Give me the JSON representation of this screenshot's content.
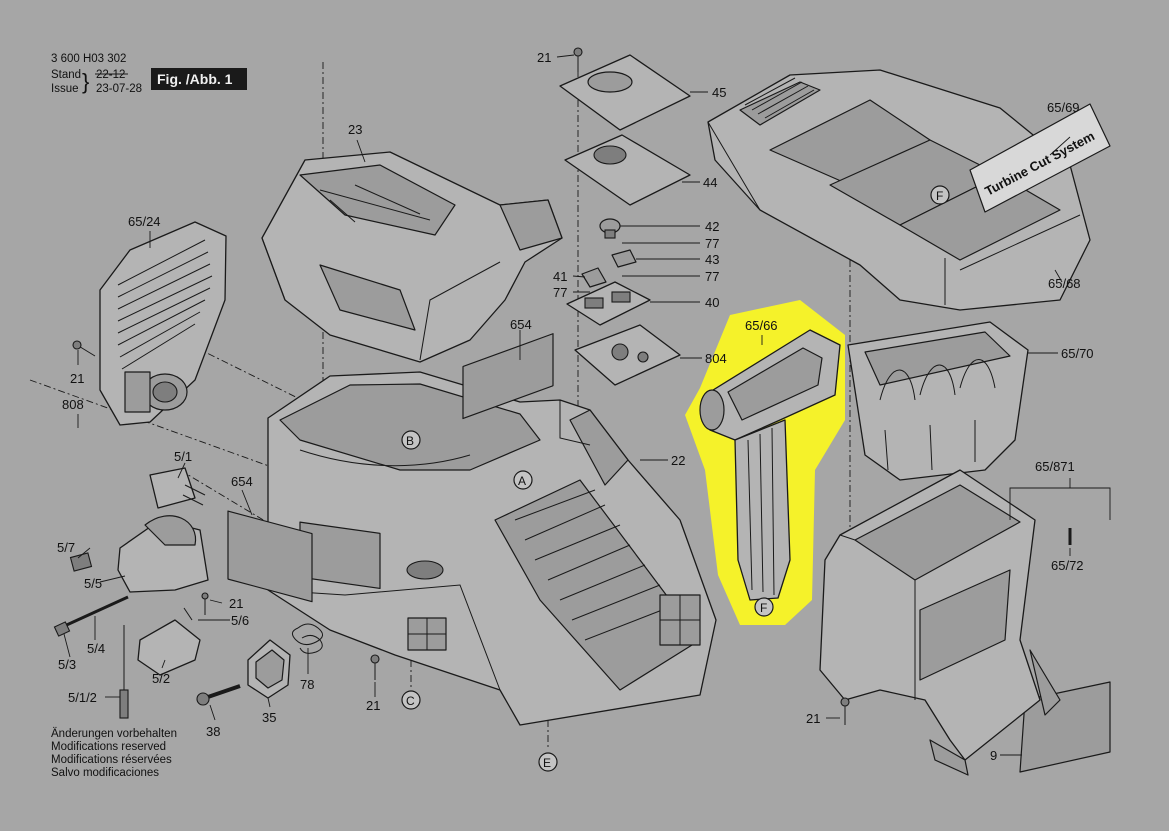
{
  "header": {
    "doc_number": "3 600 H03 302",
    "stand_label": "Stand",
    "stand_date_old": "22-12",
    "issue_label": "Issue",
    "issue_date": "23-07-28",
    "figure_title": "Fig. /Abb. 1"
  },
  "footer_notes": [
    "Änderungen vorbehalten",
    "Modifications reserved",
    "Modifications réservées",
    "Salvo modificaciones"
  ],
  "collection_box_text": "Turbine Cut System",
  "highlight_color": "#f5f22a",
  "part_labels": {
    "p21a": "21",
    "p45": "45",
    "p44": "44",
    "p42": "42",
    "p77a": "77",
    "p43": "43",
    "p41": "41",
    "p77b": "77",
    "p77c": "77",
    "p40": "40",
    "p804": "804",
    "p23": "23",
    "p654a": "654",
    "p6524": "65/24",
    "p21b": "21",
    "p808": "808",
    "p51": "5/1",
    "p654b": "654",
    "p57": "5/7",
    "p55": "5/5",
    "p21c": "21",
    "p56": "5/6",
    "p54": "5/4",
    "p53": "5/3",
    "p52": "5/2",
    "p512": "5/1/2",
    "p38": "38",
    "p35": "35",
    "p78": "78",
    "p21d": "21",
    "p22": "22",
    "p6566": "65/66",
    "p6569": "65/69",
    "p6568": "65/68",
    "p6570": "65/70",
    "p65871": "65/871",
    "p6572": "65/72",
    "p21e": "21",
    "p9": "9"
  },
  "markers": {
    "A": "A",
    "B": "B",
    "C": "C",
    "E": "E",
    "F1": "F",
    "F2": "F"
  }
}
